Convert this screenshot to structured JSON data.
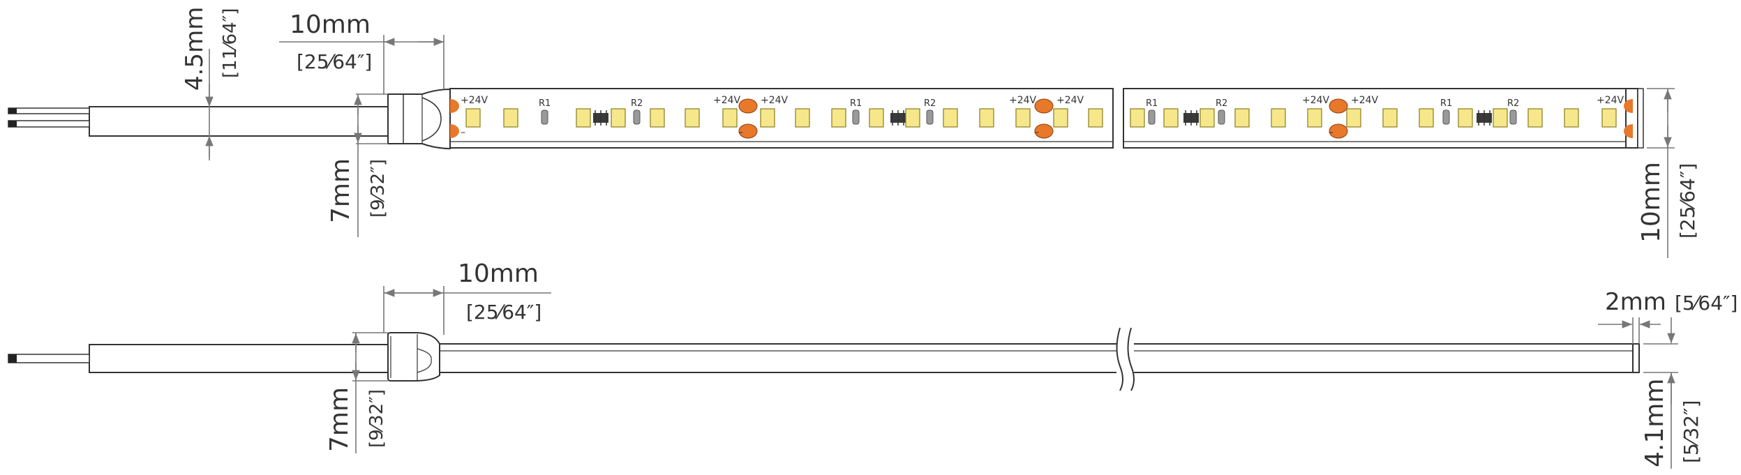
{
  "top_view": {
    "cable_thickness": "4.5mm",
    "cable_thickness_in": "[11⁄64″]",
    "end_cap_length": "10mm",
    "end_cap_length_in": "[25⁄64″]",
    "end_cap_height": "7mm",
    "end_cap_height_in": "[9⁄32″]",
    "strip_width": "10mm",
    "strip_width_in": "[25⁄64″]",
    "pcb_labels": {
      "voltage": "+24V",
      "r1": "R1",
      "r2": "R2",
      "minus": "–"
    }
  },
  "side_view": {
    "end_cap_length": "10mm",
    "end_cap_length_in": "[25⁄64″]",
    "end_cap_height": "7mm",
    "end_cap_height_in": "[9⁄32″]",
    "end_thickness": "2mm",
    "end_thickness_in": "[5⁄64″]",
    "strip_height": "4.1mm",
    "strip_height_in": "[5⁄32″]"
  },
  "colors": {
    "line": "#333333",
    "dimension": "#777777",
    "led": "#f6e88a",
    "led_stroke": "#8a7a20",
    "solder_pad": "#e8782a",
    "resistor": "#9a9a9a",
    "ic": "#3a3a3a"
  }
}
